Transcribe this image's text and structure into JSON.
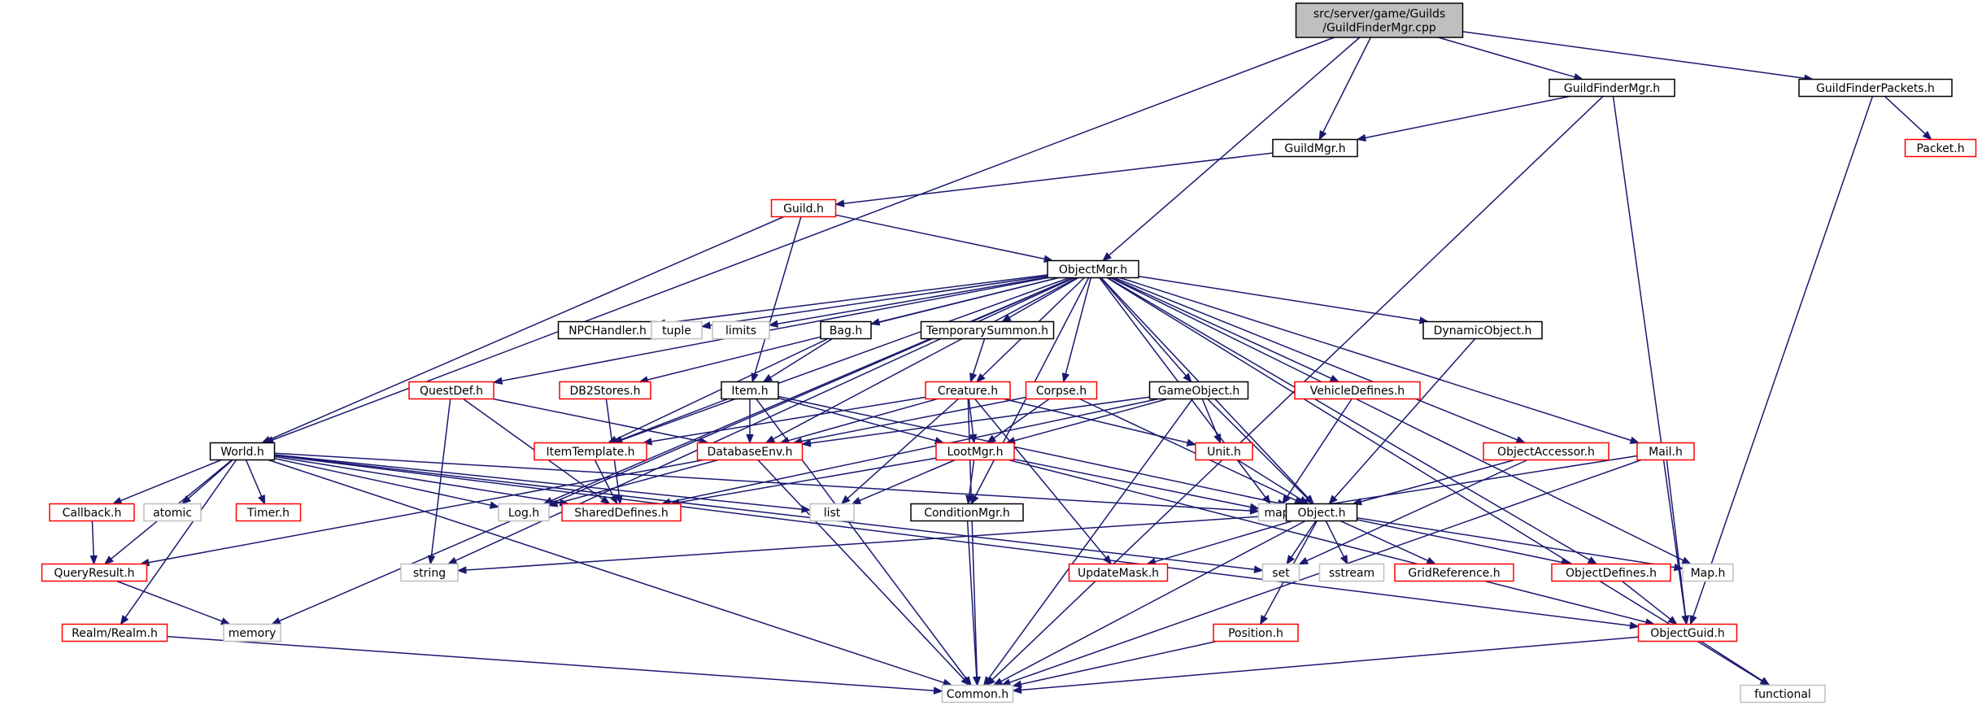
{
  "graph": {
    "colors": {
      "edge": "#191970",
      "root_fill": "#bfbfbf",
      "normal_border": "#000000",
      "truncated_border": "#ff0000",
      "system_border": "#bfbfbf",
      "node_fill": "#ffffff"
    },
    "nodes": [
      {
        "id": "root",
        "lines": [
          "src/server/game/Guilds",
          "/GuildFinderMgr.cpp"
        ],
        "style": "root"
      },
      {
        "id": "GuildFinderMgr_h",
        "lines": [
          "GuildFinderMgr.h"
        ],
        "style": "normal"
      },
      {
        "id": "GuildFinderPackets_h",
        "lines": [
          "GuildFinderPackets.h"
        ],
        "style": "normal"
      },
      {
        "id": "Packet_h",
        "lines": [
          "Packet.h"
        ],
        "style": "truncated"
      },
      {
        "id": "GuildMgr_h",
        "lines": [
          "GuildMgr.h"
        ],
        "style": "normal"
      },
      {
        "id": "Guild_h",
        "lines": [
          "Guild.h"
        ],
        "style": "truncated"
      },
      {
        "id": "ObjectMgr_h",
        "lines": [
          "ObjectMgr.h"
        ],
        "style": "normal"
      },
      {
        "id": "NPCHandler_h",
        "lines": [
          "NPCHandler.h"
        ],
        "style": "normal"
      },
      {
        "id": "tuple",
        "lines": [
          "tuple"
        ],
        "style": "system"
      },
      {
        "id": "limits",
        "lines": [
          "limits"
        ],
        "style": "system"
      },
      {
        "id": "Bag_h",
        "lines": [
          "Bag.h"
        ],
        "style": "normal"
      },
      {
        "id": "TemporarySummon_h",
        "lines": [
          "TemporarySummon.h"
        ],
        "style": "normal"
      },
      {
        "id": "DynamicObject_h",
        "lines": [
          "DynamicObject.h"
        ],
        "style": "normal"
      },
      {
        "id": "QuestDef_h",
        "lines": [
          "QuestDef.h"
        ],
        "style": "truncated"
      },
      {
        "id": "DB2Stores_h",
        "lines": [
          "DB2Stores.h"
        ],
        "style": "truncated"
      },
      {
        "id": "Item_h",
        "lines": [
          "Item.h"
        ],
        "style": "normal"
      },
      {
        "id": "Creature_h",
        "lines": [
          "Creature.h"
        ],
        "style": "truncated"
      },
      {
        "id": "Corpse_h",
        "lines": [
          "Corpse.h"
        ],
        "style": "truncated"
      },
      {
        "id": "GameObject_h",
        "lines": [
          "GameObject.h"
        ],
        "style": "normal"
      },
      {
        "id": "VehicleDefines_h",
        "lines": [
          "VehicleDefines.h"
        ],
        "style": "truncated"
      },
      {
        "id": "ObjectAccessor_h",
        "lines": [
          "ObjectAccessor.h"
        ],
        "style": "truncated"
      },
      {
        "id": "Mail_h",
        "lines": [
          "Mail.h"
        ],
        "style": "truncated"
      },
      {
        "id": "World_h",
        "lines": [
          "World.h"
        ],
        "style": "normal"
      },
      {
        "id": "ItemTemplate_h",
        "lines": [
          "ItemTemplate.h"
        ],
        "style": "truncated"
      },
      {
        "id": "DatabaseEnv_h",
        "lines": [
          "DatabaseEnv.h"
        ],
        "style": "truncated"
      },
      {
        "id": "LootMgr_h",
        "lines": [
          "LootMgr.h"
        ],
        "style": "truncated"
      },
      {
        "id": "Unit_h",
        "lines": [
          "Unit.h"
        ],
        "style": "truncated"
      },
      {
        "id": "Callback_h",
        "lines": [
          "Callback.h"
        ],
        "style": "truncated"
      },
      {
        "id": "atomic",
        "lines": [
          "atomic"
        ],
        "style": "system"
      },
      {
        "id": "Timer_h",
        "lines": [
          "Timer.h"
        ],
        "style": "truncated"
      },
      {
        "id": "Log_h",
        "lines": [
          "Log.h"
        ],
        "style": "system"
      },
      {
        "id": "SharedDefines_h",
        "lines": [
          "SharedDefines.h"
        ],
        "style": "truncated"
      },
      {
        "id": "list",
        "lines": [
          "list"
        ],
        "style": "system"
      },
      {
        "id": "map",
        "lines": [
          "map"
        ],
        "style": "system"
      },
      {
        "id": "ConditionMgr_h",
        "lines": [
          "ConditionMgr.h"
        ],
        "style": "normal"
      },
      {
        "id": "Object_h",
        "lines": [
          "Object.h"
        ],
        "style": "normal"
      },
      {
        "id": "QueryResult_h",
        "lines": [
          "QueryResult.h"
        ],
        "style": "truncated"
      },
      {
        "id": "string",
        "lines": [
          "string"
        ],
        "style": "system"
      },
      {
        "id": "UpdateMask_h",
        "lines": [
          "UpdateMask.h"
        ],
        "style": "truncated"
      },
      {
        "id": "set",
        "lines": [
          "set"
        ],
        "style": "system"
      },
      {
        "id": "sstream",
        "lines": [
          "sstream"
        ],
        "style": "system"
      },
      {
        "id": "GridReference_h",
        "lines": [
          "GridReference.h"
        ],
        "style": "truncated"
      },
      {
        "id": "ObjectDefines_h",
        "lines": [
          "ObjectDefines.h"
        ],
        "style": "truncated"
      },
      {
        "id": "Map_h",
        "lines": [
          "Map.h"
        ],
        "style": "system"
      },
      {
        "id": "memory",
        "lines": [
          "memory"
        ],
        "style": "system"
      },
      {
        "id": "Realm_h",
        "lines": [
          "Realm/Realm.h"
        ],
        "style": "truncated"
      },
      {
        "id": "ObjectGuid_h",
        "lines": [
          "ObjectGuid.h"
        ],
        "style": "truncated"
      },
      {
        "id": "Position_h",
        "lines": [
          "Position.h"
        ],
        "style": "truncated"
      },
      {
        "id": "Common_h",
        "lines": [
          "Common.h"
        ],
        "style": "system"
      },
      {
        "id": "functional",
        "lines": [
          "functional"
        ],
        "style": "system"
      }
    ],
    "edges": [
      [
        "root",
        "World_h"
      ],
      [
        "root",
        "GuildMgr_h"
      ],
      [
        "root",
        "ObjectMgr_h"
      ],
      [
        "root",
        "GuildFinderMgr_h"
      ],
      [
        "root",
        "GuildFinderPackets_h"
      ],
      [
        "GuildFinderMgr_h",
        "GuildMgr_h"
      ],
      [
        "GuildFinderMgr_h",
        "ObjectGuid_h"
      ],
      [
        "GuildFinderMgr_h",
        "Common_h"
      ],
      [
        "GuildFinderPackets_h",
        "Packet_h"
      ],
      [
        "GuildFinderPackets_h",
        "ObjectGuid_h"
      ],
      [
        "GuildMgr_h",
        "Guild_h"
      ],
      [
        "Guild_h",
        "ObjectMgr_h"
      ],
      [
        "Guild_h",
        "World_h"
      ],
      [
        "Guild_h",
        "Item_h"
      ],
      [
        "ObjectMgr_h",
        "NPCHandler_h"
      ],
      [
        "ObjectMgr_h",
        "tuple"
      ],
      [
        "ObjectMgr_h",
        "limits"
      ],
      [
        "ObjectMgr_h",
        "Bag_h"
      ],
      [
        "ObjectMgr_h",
        "TemporarySummon_h"
      ],
      [
        "ObjectMgr_h",
        "DynamicObject_h"
      ],
      [
        "ObjectMgr_h",
        "QuestDef_h"
      ],
      [
        "ObjectMgr_h",
        "DB2Stores_h"
      ],
      [
        "ObjectMgr_h",
        "Creature_h"
      ],
      [
        "ObjectMgr_h",
        "Corpse_h"
      ],
      [
        "ObjectMgr_h",
        "GameObject_h"
      ],
      [
        "ObjectMgr_h",
        "VehicleDefines_h"
      ],
      [
        "ObjectMgr_h",
        "ObjectAccessor_h"
      ],
      [
        "ObjectMgr_h",
        "Mail_h"
      ],
      [
        "ObjectMgr_h",
        "ItemTemplate_h"
      ],
      [
        "ObjectMgr_h",
        "DatabaseEnv_h"
      ],
      [
        "ObjectMgr_h",
        "ConditionMgr_h"
      ],
      [
        "ObjectMgr_h",
        "Object_h"
      ],
      [
        "ObjectMgr_h",
        "map"
      ],
      [
        "ObjectMgr_h",
        "Map_h"
      ],
      [
        "ObjectMgr_h",
        "ObjectDefines_h"
      ],
      [
        "ObjectMgr_h",
        "string"
      ],
      [
        "ObjectMgr_h",
        "memory"
      ],
      [
        "ObjectMgr_h",
        "functional"
      ],
      [
        "ObjectMgr_h",
        "Log_h"
      ],
      [
        "Bag_h",
        "Item_h"
      ],
      [
        "Bag_h",
        "ItemTemplate_h"
      ],
      [
        "TemporarySummon_h",
        "Creature_h"
      ],
      [
        "DynamicObject_h",
        "Object_h"
      ],
      [
        "QuestDef_h",
        "DatabaseEnv_h"
      ],
      [
        "QuestDef_h",
        "SharedDefines_h"
      ],
      [
        "QuestDef_h",
        "string"
      ],
      [
        "DB2Stores_h",
        "SharedDefines_h"
      ],
      [
        "Item_h",
        "ItemTemplate_h"
      ],
      [
        "Item_h",
        "DatabaseEnv_h"
      ],
      [
        "Item_h",
        "LootMgr_h"
      ],
      [
        "Item_h",
        "Object_h"
      ],
      [
        "Item_h",
        "Common_h"
      ],
      [
        "Creature_h",
        "ItemTemplate_h"
      ],
      [
        "Creature_h",
        "DatabaseEnv_h"
      ],
      [
        "Creature_h",
        "LootMgr_h"
      ],
      [
        "Creature_h",
        "Unit_h"
      ],
      [
        "Creature_h",
        "UpdateMask_h"
      ],
      [
        "Creature_h",
        "list"
      ],
      [
        "Creature_h",
        "Common_h"
      ],
      [
        "Corpse_h",
        "DatabaseEnv_h"
      ],
      [
        "Corpse_h",
        "LootMgr_h"
      ],
      [
        "Corpse_h",
        "Object_h"
      ],
      [
        "GameObject_h",
        "DatabaseEnv_h"
      ],
      [
        "GameObject_h",
        "LootMgr_h"
      ],
      [
        "GameObject_h",
        "Unit_h"
      ],
      [
        "GameObject_h",
        "Object_h"
      ],
      [
        "GameObject_h",
        "SharedDefines_h"
      ],
      [
        "GameObject_h",
        "Common_h"
      ],
      [
        "VehicleDefines_h",
        "map"
      ],
      [
        "ObjectAccessor_h",
        "Object_h"
      ],
      [
        "ObjectAccessor_h",
        "set"
      ],
      [
        "Mail_h",
        "map"
      ],
      [
        "Mail_h",
        "ObjectGuid_h"
      ],
      [
        "Mail_h",
        "Common_h"
      ],
      [
        "World_h",
        "Callback_h"
      ],
      [
        "World_h",
        "atomic"
      ],
      [
        "World_h",
        "Timer_h"
      ],
      [
        "World_h",
        "Log_h"
      ],
      [
        "World_h",
        "SharedDefines_h"
      ],
      [
        "World_h",
        "list"
      ],
      [
        "World_h",
        "map"
      ],
      [
        "World_h",
        "set"
      ],
      [
        "World_h",
        "QueryResult_h"
      ],
      [
        "World_h",
        "Realm_h"
      ],
      [
        "World_h",
        "ObjectGuid_h"
      ],
      [
        "World_h",
        "Common_h"
      ],
      [
        "ItemTemplate_h",
        "SharedDefines_h"
      ],
      [
        "DatabaseEnv_h",
        "Log_h"
      ],
      [
        "DatabaseEnv_h",
        "QueryResult_h"
      ],
      [
        "DatabaseEnv_h",
        "Common_h"
      ],
      [
        "LootMgr_h",
        "ConditionMgr_h"
      ],
      [
        "LootMgr_h",
        "map"
      ],
      [
        "LootMgr_h",
        "list"
      ],
      [
        "LootMgr_h",
        "SharedDefines_h"
      ],
      [
        "LootMgr_h",
        "ObjectGuid_h"
      ],
      [
        "Unit_h",
        "Object_h"
      ],
      [
        "Callback_h",
        "QueryResult_h"
      ],
      [
        "ConditionMgr_h",
        "Common_h"
      ],
      [
        "Object_h",
        "string"
      ],
      [
        "Object_h",
        "UpdateMask_h"
      ],
      [
        "Object_h",
        "set"
      ],
      [
        "Object_h",
        "sstream"
      ],
      [
        "Object_h",
        "GridReference_h"
      ],
      [
        "Object_h",
        "ObjectDefines_h"
      ],
      [
        "Object_h",
        "Map_h"
      ],
      [
        "Object_h",
        "Position_h"
      ],
      [
        "Object_h",
        "Common_h"
      ],
      [
        "QueryResult_h",
        "memory"
      ],
      [
        "Realm_h",
        "Common_h"
      ],
      [
        "ObjectDefines_h",
        "ObjectGuid_h"
      ],
      [
        "ObjectGuid_h",
        "Common_h"
      ],
      [
        "ObjectGuid_h",
        "functional"
      ],
      [
        "Position_h",
        "Common_h"
      ]
    ]
  }
}
